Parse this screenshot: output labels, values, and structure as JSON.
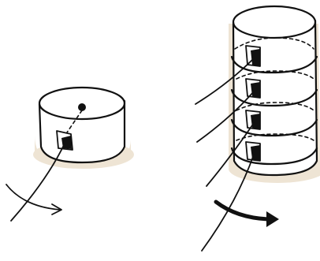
{
  "colors": {
    "ink": "#111111",
    "shadow": "#eee4d4",
    "background": "#ffffff"
  },
  "figures": [
    {
      "name": "single-disk-platter",
      "disk_count": 1,
      "rotation_arrow_style": "thin-curved"
    },
    {
      "name": "stacked-disk-platters",
      "disk_count": 4,
      "rotation_arrow_style": "bold-curved"
    }
  ]
}
